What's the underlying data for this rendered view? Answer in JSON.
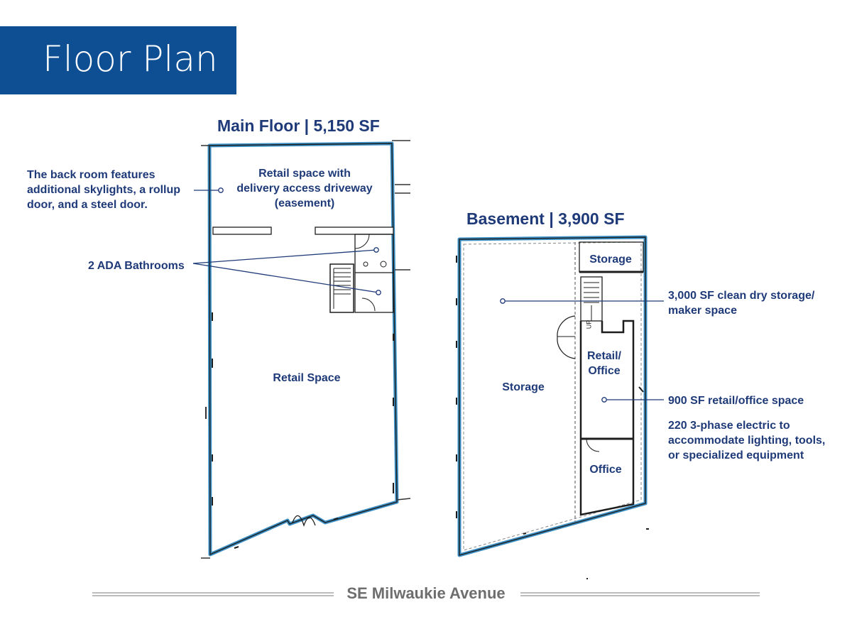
{
  "page": {
    "title": "Floor Plan"
  },
  "main_floor": {
    "heading": "Main Floor | 5,150 SF",
    "rooms": {
      "retail_easement": [
        "Retail space with",
        "delivery access driveway",
        "(easement)"
      ],
      "retail_space": "Retail Space"
    },
    "notes": {
      "back_room": [
        "The back room features",
        "additional skylights, a rollup",
        "door, and a steel door."
      ],
      "bathrooms": "2 ADA Bathrooms"
    }
  },
  "basement": {
    "heading": "Basement | 3,900 SF",
    "rooms": {
      "storage_small": "Storage",
      "retail_office": [
        "Retail/",
        "Office"
      ],
      "storage_large": "Storage",
      "office": "Office",
      "stair_label": "UP"
    },
    "notes": {
      "clean_storage": [
        "3,000 SF clean dry storage/",
        "maker space"
      ],
      "retail_office_space": "900 SF retail/office space",
      "electric": [
        "220 3-phase electric to",
        "accommodate lighting, tools,",
        "or specialized equipment"
      ]
    }
  },
  "street": {
    "name": "SE Milwaukie Avenue"
  },
  "colors": {
    "brand_blue": "#0e4f94",
    "text_navy": "#1f3a78",
    "wall_highlight": "#3b8fc4",
    "street_gray": "#6e6e6e"
  }
}
